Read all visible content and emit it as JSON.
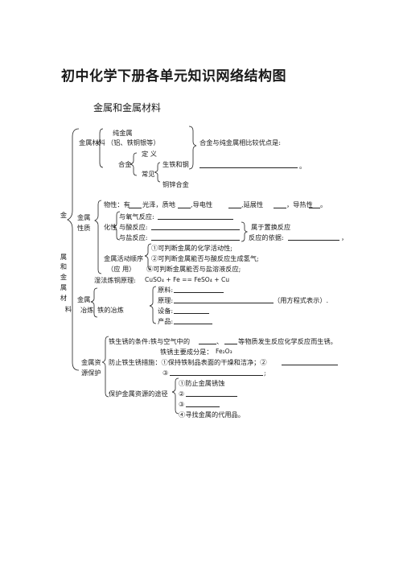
{
  "title": "初中化学下册各单元知识网络结构图",
  "unit_title": "金属和金属材料",
  "root_label": [
    "金",
    "属",
    "和",
    "金",
    "属",
    "材",
    "料"
  ],
  "materials": {
    "label": "金属材料",
    "pure_metal": "纯金属",
    "pure_metal_examples": "（铝、铁铜银等）",
    "compare_note": "合金与纯金属相比较优点是:",
    "alloy": "合金",
    "definition": "定  义",
    "common": "常见",
    "iron_steel": "生铁和钢",
    "brass": "铜锌合金",
    "period": "。"
  },
  "properties": {
    "label_line1": "金属",
    "label_line2": "性质",
    "physical": [
      "物性：有",
      "光泽，质地",
      ",导电性",
      ",延展性",
      "，导热性",
      "。"
    ],
    "chemical": "化性",
    "with_oxygen": "与氧气反应:",
    "with_acid": "与酸反应:",
    "with_salt": "与盐反应:",
    "displacement": "属于置换反应",
    "basis": "反应的依据:",
    "comma": "，",
    "activity_series": "金属活动顺序",
    "use": "（应  用）",
    "use1": "①可判断金属的化学活动性;",
    "use2": "②可判断金属能否与酸反应生成氢气;",
    "use3": "③可判断金属能否与盐溶液反应;"
  },
  "wet_method": {
    "label": "湿法炼铜原理:",
    "equation": "CuSO₄ + Fe == FeSO₄ +    Cu"
  },
  "smelting": {
    "label_line1": "金属",
    "label_line2": "冶炼",
    "iron": "铁的冶炼",
    "raw": "原料:",
    "principle": "原理:",
    "principle_note": "（用方程式表示）.",
    "equipment": "设备:",
    "product": "产品:"
  },
  "protection": {
    "label_line1": "金属资",
    "label_line2": "源保护",
    "rust_condition": [
      "铁生锈的条件:铁与空气中的",
      "、",
      "等物质发生反应化学反应而生锈。"
    ],
    "rust_component": "铁锈主要成分是：",
    "rust_formula": "Fe₂O₃",
    "prevent": "防止铁生锈措施：①保持铁制品表面的干燥和洁净；②",
    "prevent3": "③",
    "semicolon": ";",
    "ways": "保护金属资源的途径",
    "way1": "①防止金属锈蚀",
    "way2": "②",
    "way3": "③",
    "way4": "④寻找金属的代用品。"
  }
}
